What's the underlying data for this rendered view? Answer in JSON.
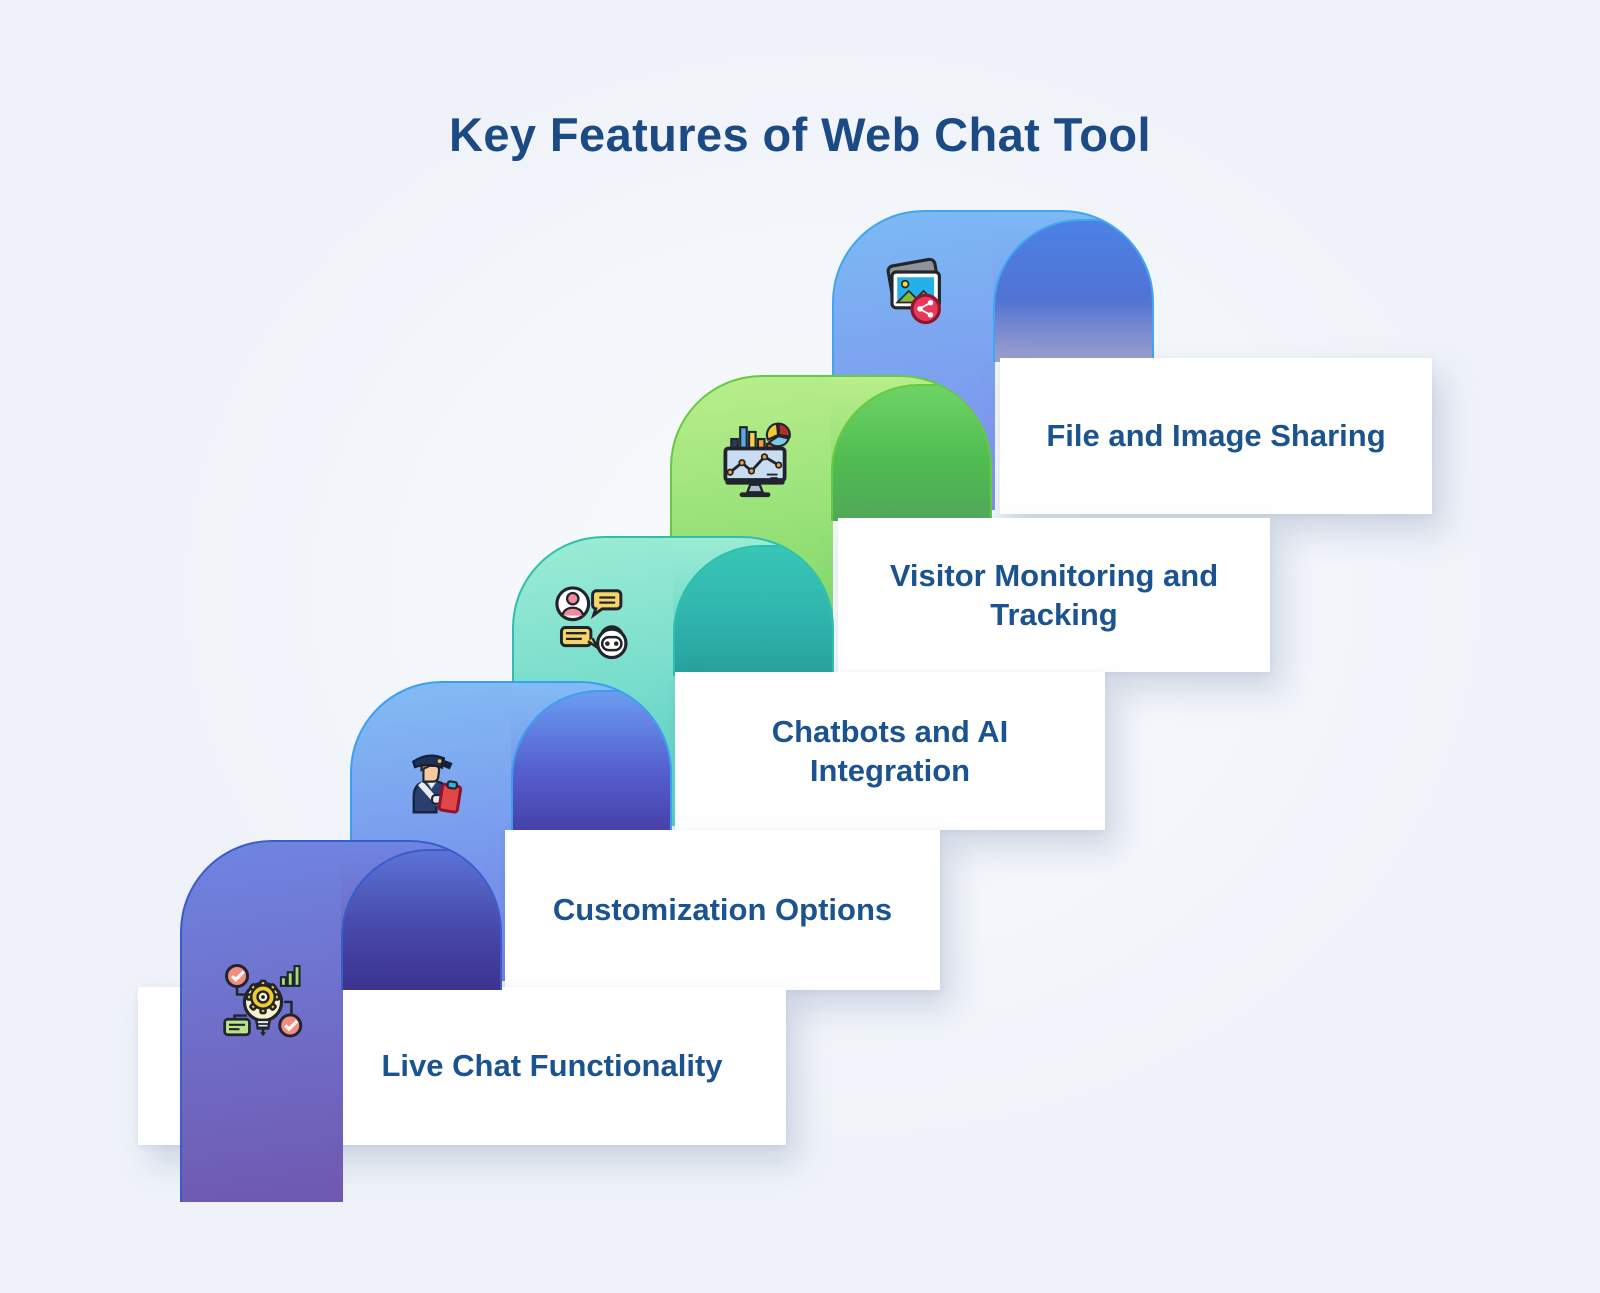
{
  "title": "Key Features of Web Chat Tool",
  "colors": {
    "background": "#eff3f9",
    "title": "#1b4a85",
    "label": "#1b5390",
    "card_bg": "#ffffff"
  },
  "steps": [
    {
      "label": "File and Image Sharing",
      "icon": "image-sharing-icon",
      "arch": {
        "face_top": "#7cbaf4",
        "face_bottom": "#7e8dec",
        "stroke": "#3fa6f2",
        "tunnel_top": "#4b82e4",
        "tunnel_mid": "#5173d4",
        "tunnel_bottom": "#9fa1cc"
      }
    },
    {
      "label": "Visitor Monitoring and Tracking",
      "icon": "analytics-monitor-icon",
      "arch": {
        "face_top": "#baee8d",
        "face_bottom": "#77d564",
        "stroke": "#64ca3e",
        "tunnel_top": "#6ed367",
        "tunnel_mid": "#4fbc51",
        "tunnel_bottom": "#51a858"
      }
    },
    {
      "label": "Chatbots and AI Integration",
      "icon": "chatbot-conversation-icon",
      "arch": {
        "face_top": "#9cecd4",
        "face_bottom": "#58cfc6",
        "stroke": "#2cc0ac",
        "tunnel_top": "#38c6b6",
        "tunnel_mid": "#2fb4ad",
        "tunnel_bottom": "#28a09c"
      }
    },
    {
      "label": "Customization Options",
      "icon": "agent-clipboard-icon",
      "arch": {
        "face_top": "#83bcf4",
        "face_bottom": "#7280e8",
        "stroke": "#3b9ff0",
        "tunnel_top": "#6b9cf0",
        "tunnel_mid": "#5560d0",
        "tunnel_bottom": "#4740a6"
      }
    },
    {
      "label": "Live Chat Functionality",
      "icon": "idea-settings-icon",
      "arch": {
        "face_top": "#6f85e2",
        "face_bottom": "#6f58b0",
        "stroke": "#3a5cc8",
        "tunnel_top": "#5b74d6",
        "tunnel_mid": "#4749aa",
        "tunnel_bottom": "#3c3390"
      }
    }
  ]
}
